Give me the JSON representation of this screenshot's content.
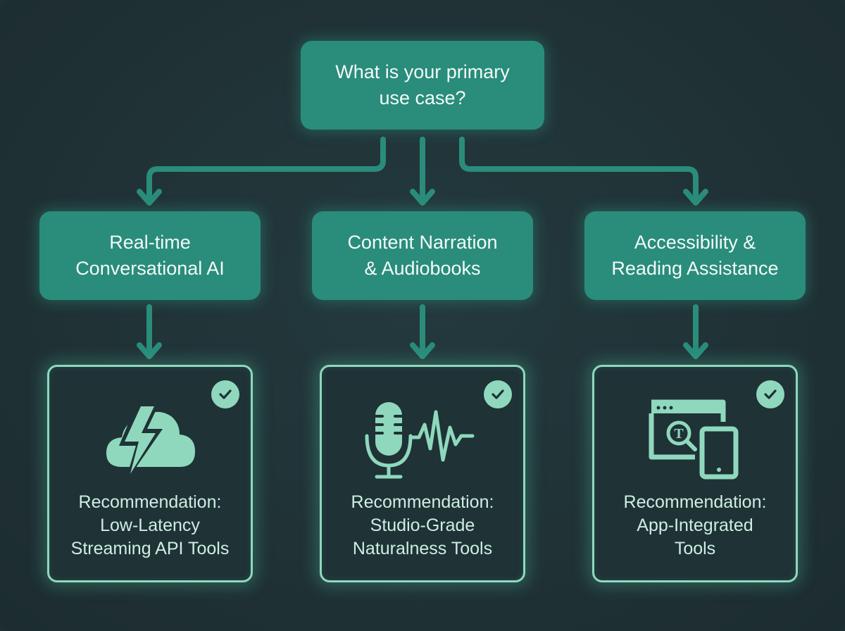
{
  "diagram": {
    "type": "decision-tree",
    "colors": {
      "background": "#1f3034",
      "node_fill": "#2a8c7b",
      "connector": "#2a8c7b",
      "card_border": "#8fd8bd",
      "icon": "#8fd8bd",
      "text_light": "#f2fbf8",
      "card_text": "#cdeee2"
    },
    "root": {
      "line1": "What is your primary",
      "line2": "use case?"
    },
    "branches": [
      {
        "label_line1": "Real-time",
        "label_line2": "Conversational AI",
        "icon": "lightning-cloud-icon",
        "badge": "check-icon",
        "rec_line1": "Recommendation:",
        "rec_line2": "Low-Latency",
        "rec_line3": "Streaming API Tools"
      },
      {
        "label_line1": "Content Narration",
        "label_line2": "& Audiobooks",
        "icon": "microphone-waveform-icon",
        "badge": "check-icon",
        "rec_line1": "Recommendation:",
        "rec_line2": "Studio-Grade",
        "rec_line3": "Naturalness Tools"
      },
      {
        "label_line1": "Accessibility &",
        "label_line2": "Reading Assistance",
        "icon": "browser-tablet-text-search-icon",
        "badge": "check-icon",
        "rec_line1": "Recommendation:",
        "rec_line2": "App-Integrated",
        "rec_line3": "Tools"
      }
    ],
    "edges": [
      {
        "from": "root",
        "to": "branch-0"
      },
      {
        "from": "root",
        "to": "branch-1"
      },
      {
        "from": "root",
        "to": "branch-2"
      },
      {
        "from": "branch-0",
        "to": "card-0"
      },
      {
        "from": "branch-1",
        "to": "card-1"
      },
      {
        "from": "branch-2",
        "to": "card-2"
      }
    ]
  }
}
